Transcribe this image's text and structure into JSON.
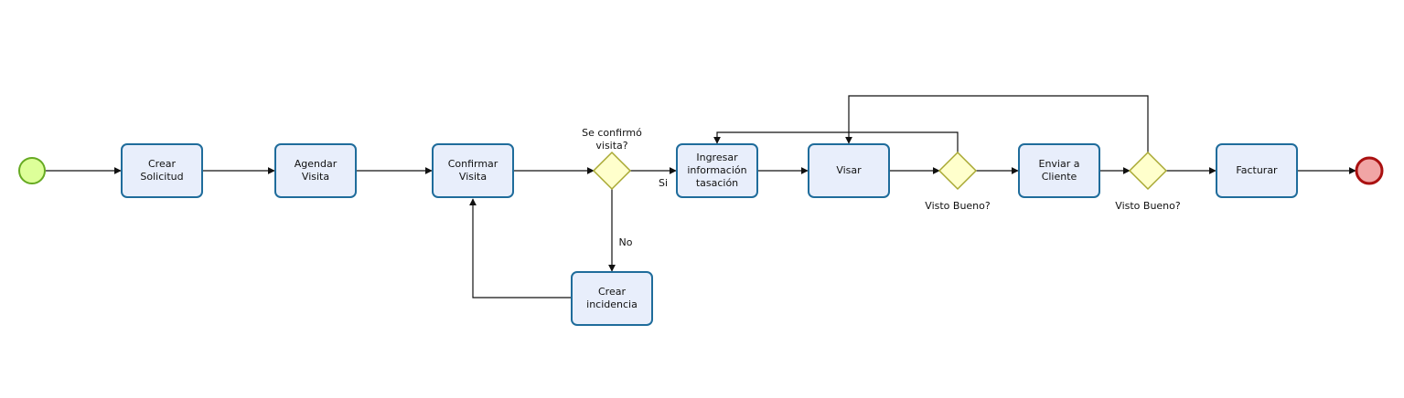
{
  "colors": {
    "task_fill": "#e8eefb",
    "task_border": "#1f6c9b",
    "gateway_fill": "#ffffcc",
    "gateway_border": "#a8a832",
    "start_fill": "#ddff99",
    "start_border": "#66aa22",
    "end_fill": "#f1a5a5",
    "end_border": "#aa1111",
    "flow": "#111111"
  },
  "events": {
    "start": {
      "kind": "start-event"
    },
    "end": {
      "kind": "end-event"
    }
  },
  "tasks": {
    "crear_solicitud": "Crear Solicitud",
    "agendar_visita": "Agendar Visita",
    "confirmar_visita": "Confirmar\nVisita",
    "crear_incidencia": "Crear\nincidencia",
    "ingresar_informacion": "Ingresar\ninformación\ntasación",
    "visar": "Visar",
    "enviar_cliente": "Enviar  a\nCliente",
    "facturar": "Facturar"
  },
  "gateways": {
    "confirmo": {
      "label": "Se confirmó\nvisita?"
    },
    "visto_bueno_1": {
      "label": "Visto Bueno?"
    },
    "visto_bueno_2": {
      "label": "Visto Bueno?"
    }
  },
  "flow_labels": {
    "si": "Si",
    "no": "No"
  }
}
